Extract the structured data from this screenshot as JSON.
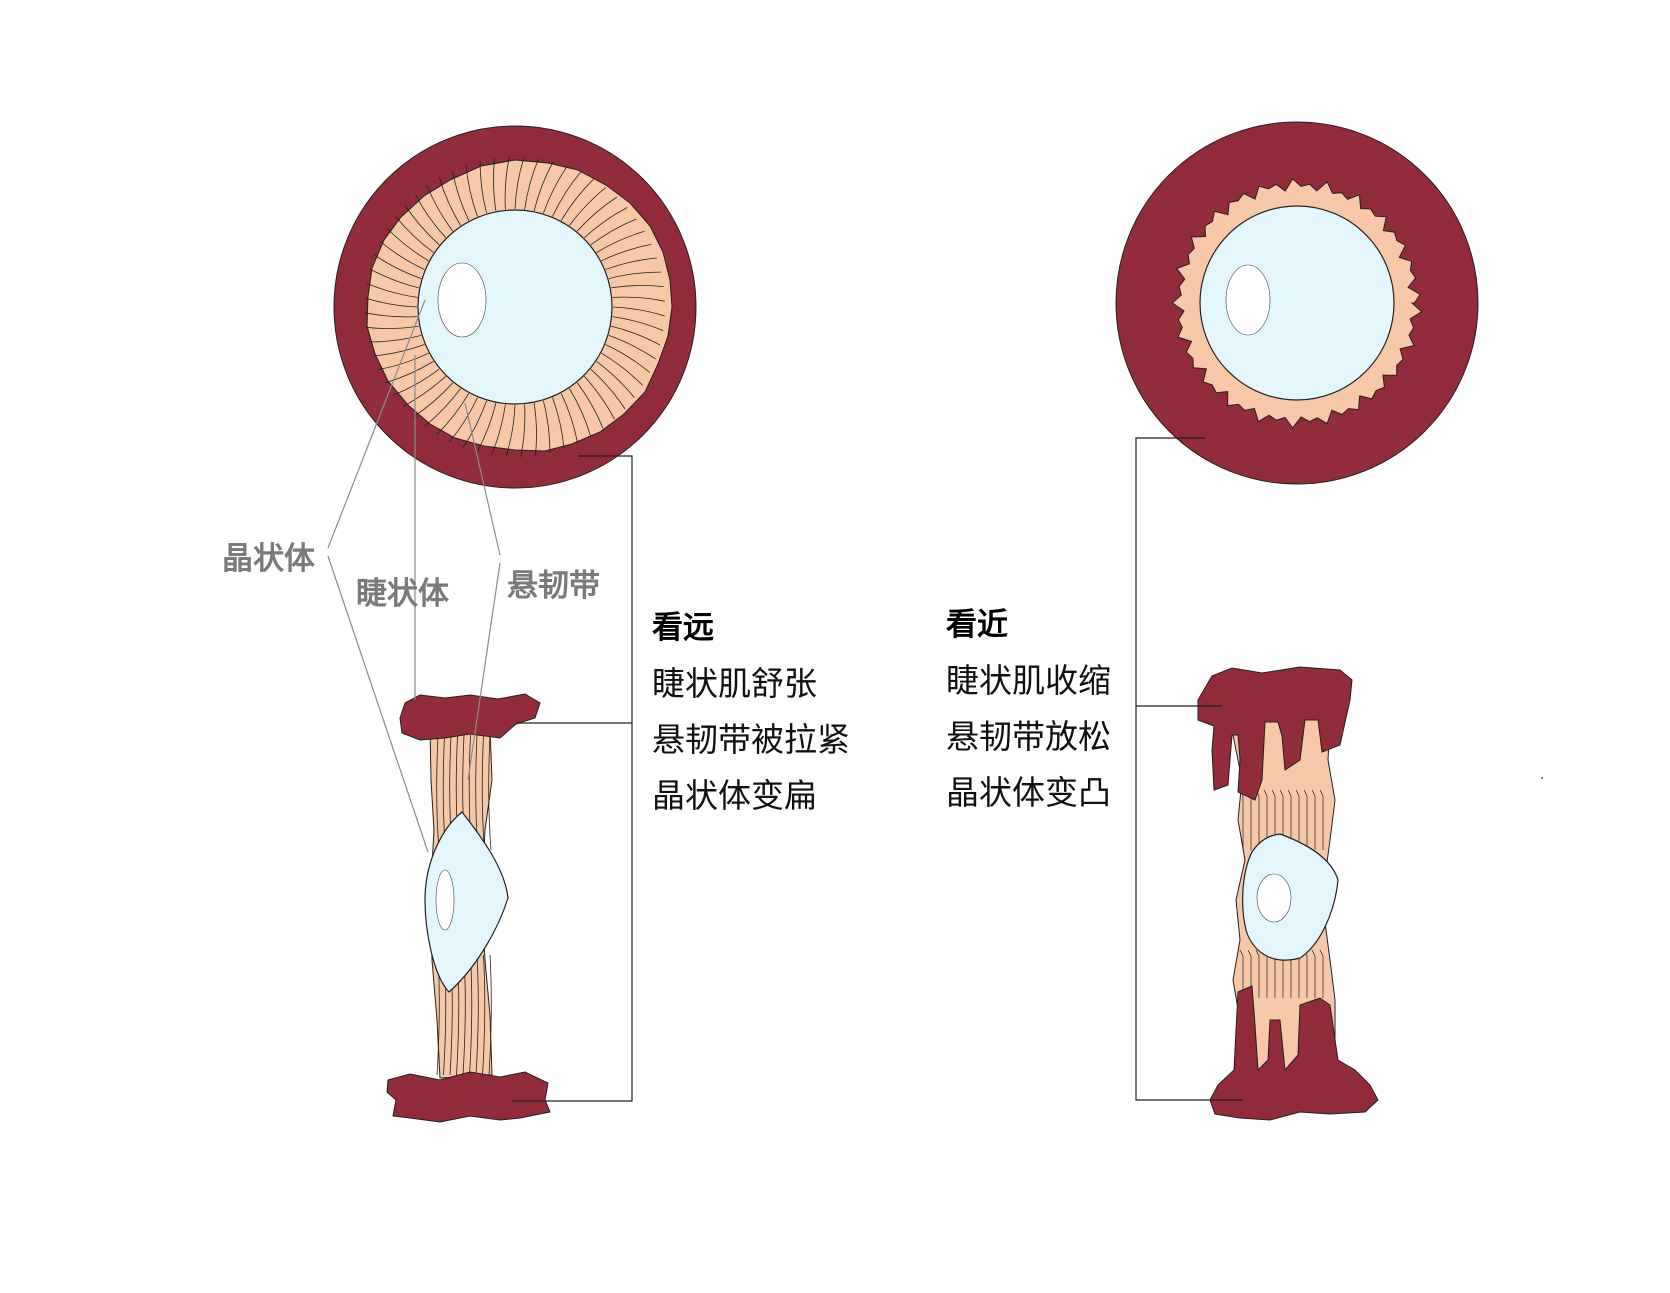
{
  "labels": {
    "lens": "晶状体",
    "ciliary_body": "睫状体",
    "zonule": "悬韧带"
  },
  "far": {
    "heading": "看远",
    "lines": [
      "睫状肌舒张",
      "悬韧带被拉紧",
      "晶状体变扁"
    ]
  },
  "near": {
    "heading": "看近",
    "lines": [
      "睫状肌收缩",
      "悬韧带放松",
      "晶状体变凸"
    ]
  },
  "colors": {
    "ciliary": "#922b3a",
    "muscle": "#f6c8a8",
    "lens": "#e2f6fb",
    "highlight": "#ffffff",
    "outline": "#222222",
    "pointer": "#8a8a8a"
  }
}
